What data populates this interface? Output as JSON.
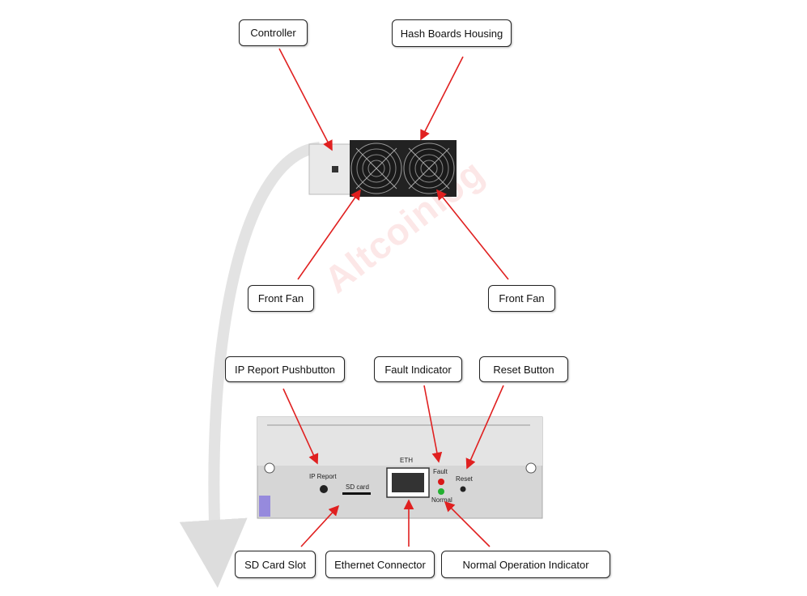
{
  "watermark": "Altcoinlog",
  "labels": {
    "controller": "Controller",
    "hash_boards": "Hash Boards Housing",
    "front_fan_left": "Front Fan",
    "front_fan_right": "Front Fan",
    "ip_report_pushbutton": "IP Report Pushbutton",
    "fault_indicator": "Fault Indicator",
    "reset_button": "Reset Button",
    "sd_card_slot": "SD Card Slot",
    "ethernet_connector": "Ethernet Connector",
    "normal_indicator": "Normal Operation Indicator"
  },
  "panel": {
    "ip_report": "IP Report",
    "sd_card": "SD card",
    "eth": "ETH",
    "fault": "Fault",
    "normal": "Normal",
    "reset": "Reset"
  },
  "colors": {
    "arrow": "#e02020",
    "fault_led": "#d81818",
    "normal_led": "#22b030"
  }
}
